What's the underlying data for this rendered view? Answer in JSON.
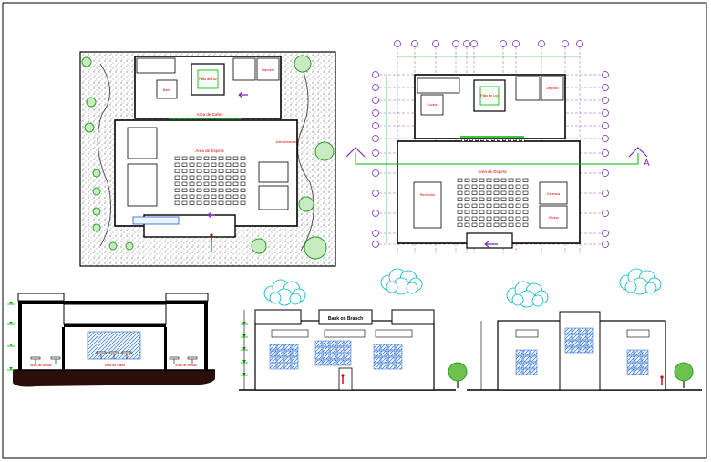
{
  "colors": {
    "wall": "#000000",
    "green": "#00b400",
    "red": "#d40000",
    "purple": "#7a2bb8",
    "blue": "#1a5bd6",
    "cyan": "#00b0c8",
    "hatch": "#9a9a9a",
    "earth": "#2b0e08",
    "tree": "#2e9a2e"
  },
  "site_plan": {
    "labels": {
      "courtyard": "Patio de Luz",
      "hall": "Area de Cafes",
      "lobby": "Area de Espera",
      "office": "Administracion",
      "storage": "Deposito",
      "wc": "Baño"
    }
  },
  "floor_plan": {
    "labels": {
      "courtyard": "Patio de Luz",
      "kitchen": "Cocina",
      "hall": "Area de Espera",
      "storage": "Deposito",
      "reception": "Recepcion",
      "office_a": "Gerencia",
      "office_b": "Oficina"
    },
    "section_mark": "A"
  },
  "section": {
    "labels": {
      "left": "Area de Mesas",
      "mid": "Area de Cafes",
      "right": "Area de Mesas"
    }
  },
  "front_elevation": {
    "sign": "Bank on Branch"
  },
  "icons": [
    "tree-icon",
    "cloud-icon",
    "person-icon",
    "section-arrow-icon"
  ]
}
